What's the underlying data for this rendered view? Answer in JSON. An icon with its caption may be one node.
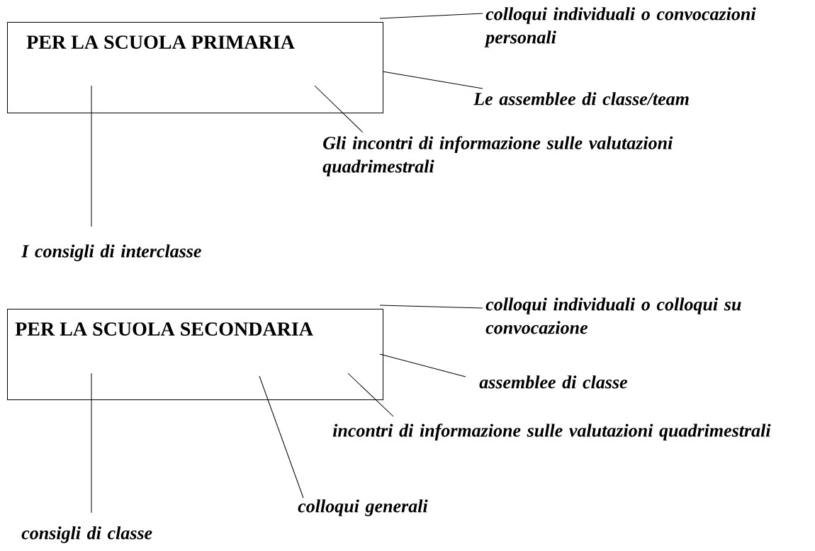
{
  "diagram": {
    "nodes": [
      {
        "text": [
          "PER LA SCUOLA PRIMARIA"
        ]
      },
      {
        "text": [
          "colloqui individuali o convocazioni personali"
        ]
      },
      {
        "text": [
          "Le assemblee di classe/team"
        ]
      },
      {
        "text": [
          "Gli incontri di informazione sulle valutazioni quadrimestrali"
        ]
      },
      {
        "text": [
          "I  consigli di interclasse"
        ]
      },
      {
        "text": [
          "PER LA SCUOLA SECONDARIA"
        ]
      },
      {
        "text": [
          "colloqui individuali o colloqui su convocazione"
        ]
      },
      {
        "text": [
          "assemblee di classe"
        ]
      },
      {
        "text": [
          "incontri di informazione sulle valutazioni quadrimestrali"
        ]
      },
      {
        "text": [
          "colloqui generali"
        ]
      },
      {
        "text": [
          "consigli di classe"
        ]
      }
    ],
    "edges": [
      {
        "from": 0,
        "to": 1,
        "arrow": "none"
      },
      {
        "from": 0,
        "to": 2,
        "arrow": "none"
      },
      {
        "from": 0,
        "to": 3,
        "arrow": "none"
      },
      {
        "from": 0,
        "to": 4,
        "arrow": "none"
      },
      {
        "from": 5,
        "to": 6,
        "arrow": "none"
      },
      {
        "from": 5,
        "to": 7,
        "arrow": "none"
      },
      {
        "from": 5,
        "to": 8,
        "arrow": "none"
      },
      {
        "from": 5,
        "to": 9,
        "arrow": "none"
      },
      {
        "from": 5,
        "to": 10,
        "arrow": "none"
      }
    ]
  }
}
